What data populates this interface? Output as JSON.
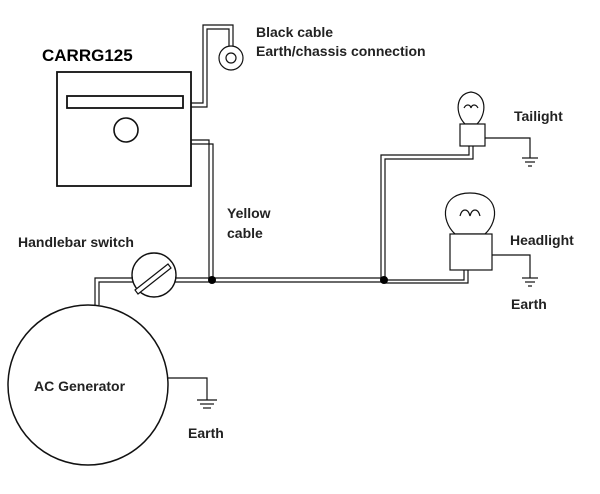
{
  "module": {
    "name": "CARRG125"
  },
  "black_cable": {
    "line1": "Black cable",
    "line2": "Earth/chassis connection"
  },
  "yellow_cable": {
    "line1": "Yellow",
    "line2": "cable"
  },
  "handlebar_switch": {
    "label": "Handlebar switch"
  },
  "generator": {
    "label": "AC Generator",
    "earth_label": "Earth"
  },
  "tailight": {
    "label": "Tailight"
  },
  "headlight": {
    "label": "Headlight",
    "earth_label": "Earth"
  },
  "colors": {
    "wire": "#111111",
    "background": "#ffffff",
    "text": "#222222"
  }
}
